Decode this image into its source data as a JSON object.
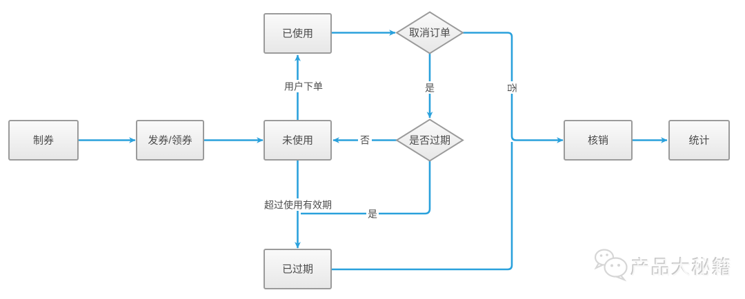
{
  "diagram": {
    "type": "flowchart",
    "title_hint": "coupon lifecycle flow"
  },
  "colors": {
    "connector_blue": "#2aa1dc",
    "node_border": "#9a9a9a",
    "node_fill_top": "#fafafa",
    "node_fill_bottom": "#e7e7e7",
    "node_text": "#4a4a4a",
    "edge_label_text": "#4d4d4d",
    "watermark_gray": "#d6d6d6",
    "background": "#ffffff"
  },
  "nodes": [
    {
      "id": "make-coupon",
      "type": "process",
      "label": "制券"
    },
    {
      "id": "issue-coupon",
      "type": "process",
      "label": "发券/领券"
    },
    {
      "id": "used",
      "type": "process",
      "label": "已使用"
    },
    {
      "id": "unused",
      "type": "process",
      "label": "未使用"
    },
    {
      "id": "expired",
      "type": "process",
      "label": "已过期"
    },
    {
      "id": "cancel-order",
      "type": "decision",
      "label": "取消订单"
    },
    {
      "id": "is-expired",
      "type": "decision",
      "label": "是否过期"
    },
    {
      "id": "redeem",
      "type": "process",
      "label": "核销"
    },
    {
      "id": "statistics",
      "type": "process",
      "label": "统计"
    }
  ],
  "edge_labels": [
    {
      "id": "user-order",
      "text": "用户下单"
    },
    {
      "id": "yes-top",
      "text": "是"
    },
    {
      "id": "no-mid",
      "text": "否"
    },
    {
      "id": "over-validity",
      "text": "超过使用有效期"
    },
    {
      "id": "yes-bottom",
      "text": "是"
    },
    {
      "id": "no-right",
      "text": "否",
      "rotated": true
    }
  ],
  "edges": [
    {
      "from": "制券",
      "to": "发券/领券"
    },
    {
      "from": "发券/领券",
      "to": "未使用"
    },
    {
      "from": "未使用",
      "to": "已使用",
      "label": "用户下单"
    },
    {
      "from": "已使用",
      "to": "取消订单"
    },
    {
      "from": "取消订单",
      "to": "是否过期",
      "label": "是"
    },
    {
      "from": "是否过期",
      "to": "未使用",
      "label": "否"
    },
    {
      "from": "未使用",
      "to": "已过期",
      "label": "超过使用有效期"
    },
    {
      "from": "是否过期",
      "to": "已过期",
      "label": "是"
    },
    {
      "from": "取消订单",
      "to": "核销",
      "label": "否"
    },
    {
      "from": "已过期",
      "to": "核销"
    },
    {
      "from": "核销",
      "to": "统计"
    }
  ],
  "watermark": {
    "text": "产品大秘籍",
    "icon": "wechat"
  }
}
